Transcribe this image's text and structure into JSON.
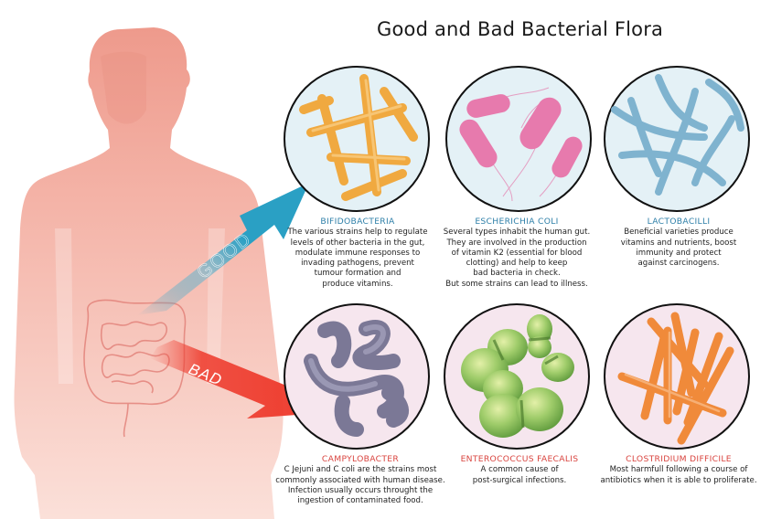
{
  "title": "Good and Bad Bacterial Flora",
  "colors": {
    "good_arrow": "#2aa0c4",
    "bad_arrow": "#ee3a2c",
    "body": "#f4b3a7",
    "good_label": "#2e7fa8",
    "bad_label": "#d9443f",
    "good_circle_bg": "#e4f1f6",
    "bad_circle_bg": "#f6e6ee"
  },
  "arrows": {
    "good": "GOOD",
    "bad": "BAD"
  },
  "good_bacteria": [
    {
      "name": "BIFIDOBACTERIA",
      "description": "The various strains help to regulate\nlevels of other bacteria in the gut,\nmodulate immune responses to\ninvading pathogens, prevent\ntumour formation and\nproduce vitamins."
    },
    {
      "name": "ESCHERICHIA COLI",
      "description": "Several types inhabit the human gut.\nThey are involved in the production\nof vitamin K2 (essential for blood\nclotting) and help to keep\nbad bacteria in check.\nBut some strains can lead to illness."
    },
    {
      "name": "LACTOBACILLI",
      "description": "Beneficial varieties produce\nvitamins and nutrients, boost\nimmunity and protect\nagainst carcinogens."
    }
  ],
  "bad_bacteria": [
    {
      "name": "CAMPYLOBACTER",
      "description": "C Jejuni and C coli are the strains most\ncommonly associated with human disease.\nInfection usually occurs throught the\ningestion of contaminated food."
    },
    {
      "name": "ENTEROCOCCUS FAECALIS",
      "description": "A common cause of\npost-surgical infections."
    },
    {
      "name": "CLOSTRIDIUM DIFFICILE",
      "description": "Most harmfull following a course of\nantibiotics when it is able to proliferate."
    }
  ]
}
